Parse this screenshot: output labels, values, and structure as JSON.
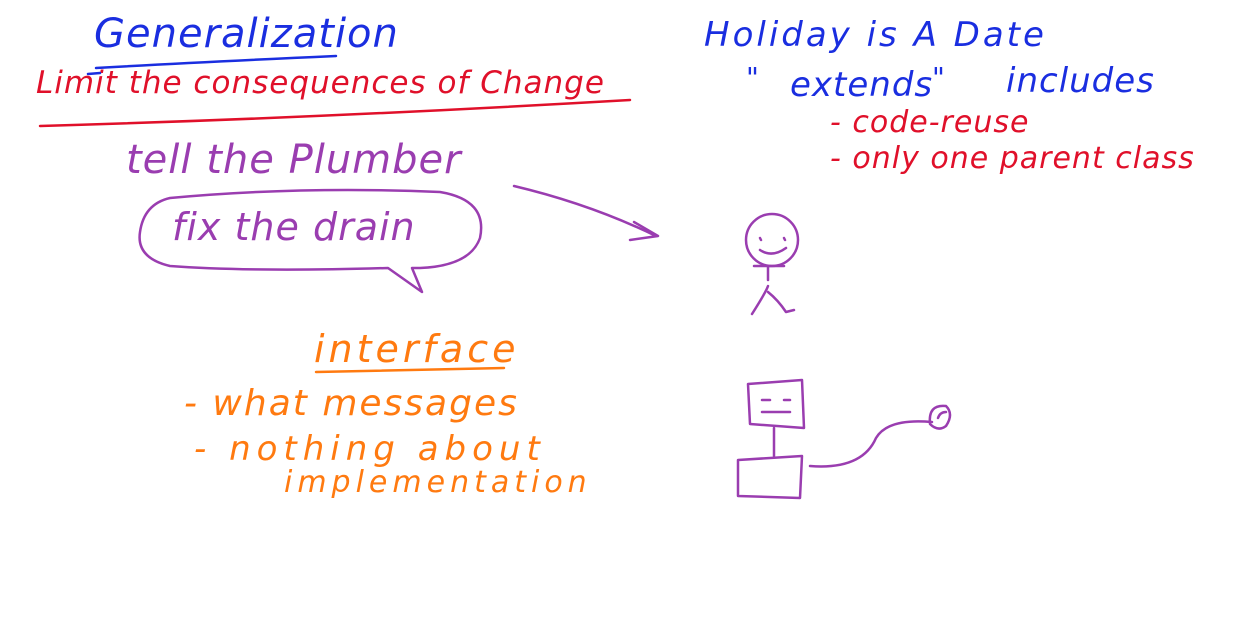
{
  "colors": {
    "blue": "#1a2ee0",
    "red": "#e0102a",
    "purple": "#9a3db0",
    "orange": "#ff7a10"
  },
  "left": {
    "title": "Generalization",
    "subtitle": "Limit the consequences of Change",
    "tell_line": "tell the Plumber",
    "speech_bubble": "fix the drain",
    "interface_heading": "interface",
    "interface_bullets": [
      "- what messages",
      "- nothing about",
      "implementation"
    ]
  },
  "right": {
    "heading": "Holiday is A Date",
    "extends_quote_open": "\"",
    "extends_word": "extends",
    "extends_quote_close": "\"",
    "extends_note": "includes",
    "bullets": [
      "- code-reuse",
      "- only one parent class"
    ]
  },
  "icons": {
    "arrow": "arrow-icon",
    "person": "stick-figure-icon",
    "computer": "computer-icon",
    "mouse": "mouse-icon"
  }
}
